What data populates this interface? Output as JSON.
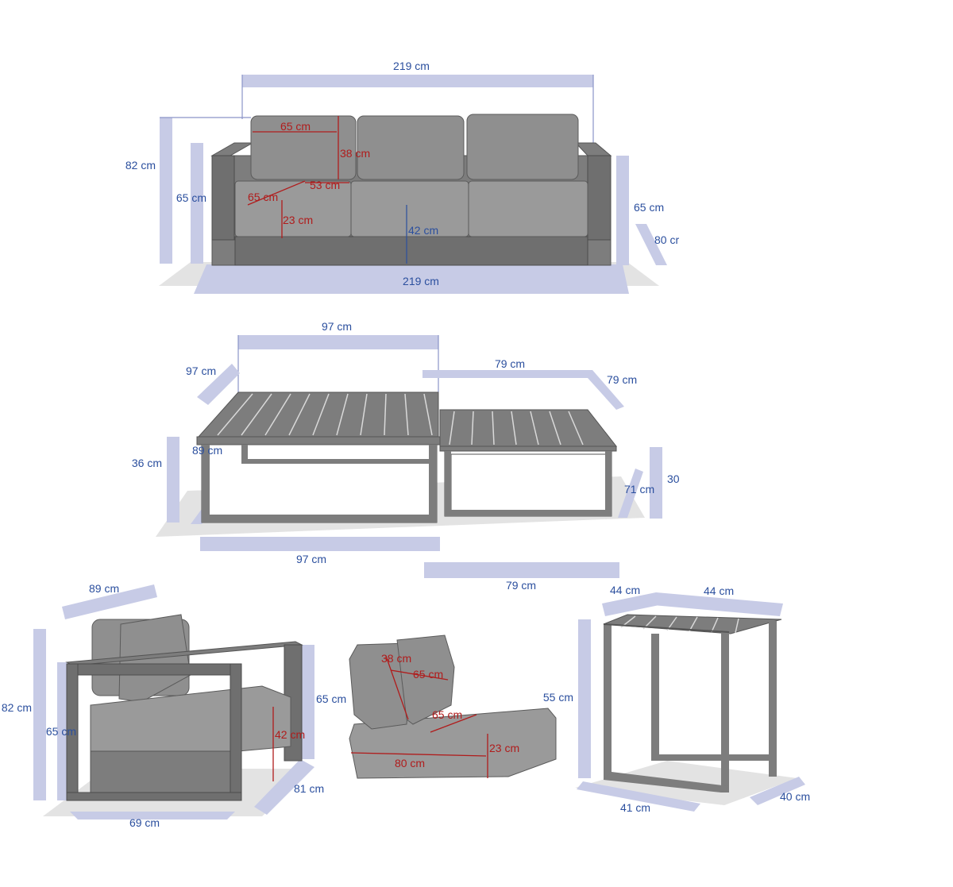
{
  "sofa": {
    "width_top": "219 cm",
    "height_total": "82 cm",
    "height_arm_left": "65 cm",
    "height_arm_right": "65 cm",
    "depth": "80 cr",
    "width_bottom": "219 cm",
    "cushion_back_width": "65 cm",
    "cushion_back_height": "38 cm",
    "seat_depth": "53 cm",
    "seat_width": "65 cm",
    "seat_cushion_height": "23 cm",
    "seat_height": "42 cm"
  },
  "tables": {
    "large_width_top": "97 cm",
    "large_depth": "97 cm",
    "large_height": "36 cm",
    "large_inner_depth": "89 cm",
    "large_width_bottom": "97 cm",
    "small_width_top": "79 cm",
    "small_depth": "79 cm",
    "small_height": "30",
    "small_inner_depth": "71 cm",
    "small_width_bottom": "79 cm"
  },
  "armchair": {
    "depth_top": "89 cm",
    "height_total": "82 cm",
    "height_arm_left": "65 cm",
    "height_arm_right": "65 cm",
    "seat_height": "42 cm",
    "depth_bottom": "81 cm",
    "width_bottom": "69 cm"
  },
  "cushions": {
    "back_height": "38 cm",
    "back_width": "65 cm",
    "seat_depth": "65 cm",
    "seat_height": "23 cm",
    "seat_width": "80 cm"
  },
  "side_table": {
    "depth_top": "44 cm",
    "width_top": "44 cm",
    "height": "55 cm",
    "width_bottom": "41 cm",
    "depth_bottom": "40 cm"
  }
}
